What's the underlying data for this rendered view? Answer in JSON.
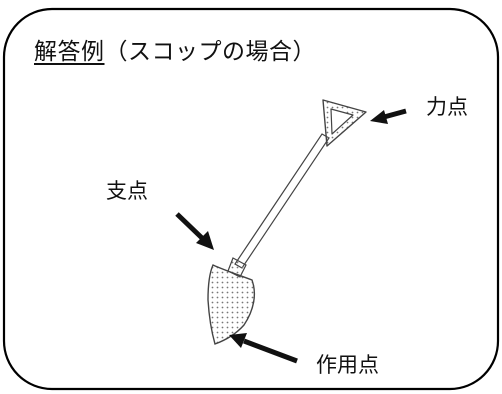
{
  "title": {
    "underlined": "解答例",
    "rest": "（スコップの場合）"
  },
  "labels": {
    "effort_point": "力点",
    "fulcrum": "支点",
    "load_point": "作用点"
  },
  "colors": {
    "ink": "#111111",
    "frame": "#000000",
    "dots": "#777777"
  },
  "icons": {
    "illustration": "shovel-icon",
    "pointer": "arrow-icon"
  }
}
